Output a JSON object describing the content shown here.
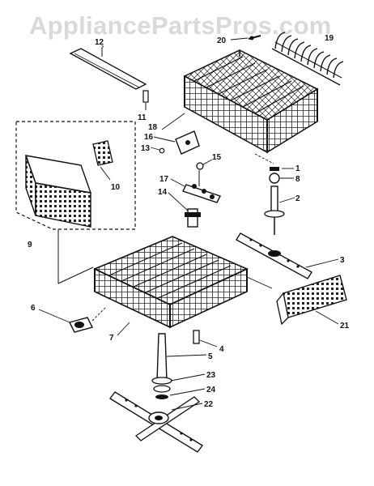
{
  "watermark": "AppliancePartsPros.com",
  "parts": {
    "p1": "1",
    "p2": "2",
    "p3": "3",
    "p4": "4",
    "p5": "5",
    "p6": "6",
    "p7": "7",
    "p8": "8",
    "p9": "9",
    "p10": "10",
    "p11": "11",
    "p12": "12",
    "p13": "13",
    "p14": "14",
    "p15": "15",
    "p16": "16",
    "p17": "17",
    "p18": "18",
    "p19": "19",
    "p20": "20",
    "p21": "21",
    "p22": "22",
    "p23": "23",
    "p24": "24"
  }
}
